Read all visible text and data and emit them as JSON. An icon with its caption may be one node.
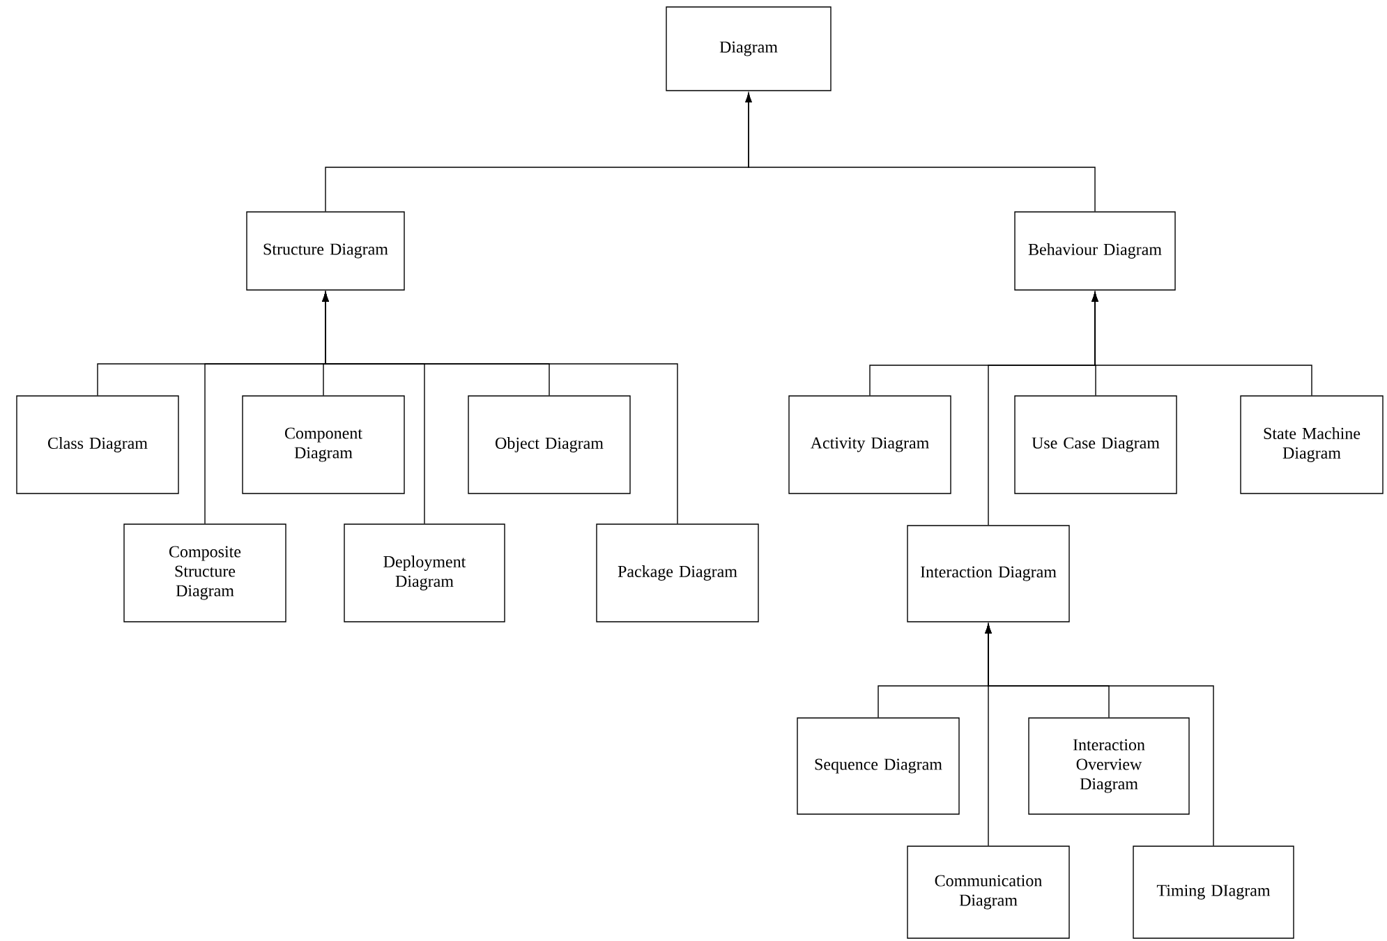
{
  "diagram": {
    "nodes": [
      {
        "text": [
          "Diagram"
        ]
      },
      {
        "text": [
          "Structure Diagram"
        ]
      },
      {
        "text": [
          "Behaviour Diagram"
        ]
      },
      {
        "text": [
          "Class Diagram"
        ]
      },
      {
        "text": [
          "Component Diagram"
        ]
      },
      {
        "text": [
          "Object Diagram"
        ]
      },
      {
        "text": [
          "Composite Structure Diagram"
        ]
      },
      {
        "text": [
          "Deployment Diagram"
        ]
      },
      {
        "text": [
          "Package Diagram"
        ]
      },
      {
        "text": [
          "Activity Diagram"
        ]
      },
      {
        "text": [
          "Use Case Diagram"
        ]
      },
      {
        "text": [
          "State Machine Diagram"
        ]
      },
      {
        "text": [
          "Interaction Diagram"
        ]
      },
      {
        "text": [
          "Sequence Diagram"
        ]
      },
      {
        "text": [
          "Interaction Overview Diagram"
        ]
      },
      {
        "text": [
          "Communication Diagram"
        ]
      },
      {
        "text": [
          "Timing DIagram"
        ]
      }
    ],
    "edges": [
      {
        "from": 1,
        "to": 0,
        "arrow": "to"
      },
      {
        "from": 2,
        "to": 0,
        "arrow": "to"
      },
      {
        "from": 3,
        "to": 1,
        "arrow": "to"
      },
      {
        "from": 6,
        "to": 1,
        "arrow": "to"
      },
      {
        "from": 4,
        "to": 1,
        "arrow": "to"
      },
      {
        "from": 7,
        "to": 1,
        "arrow": "to"
      },
      {
        "from": 5,
        "to": 1,
        "arrow": "to"
      },
      {
        "from": 8,
        "to": 1,
        "arrow": "to"
      },
      {
        "from": 9,
        "to": 2,
        "arrow": "to"
      },
      {
        "from": 12,
        "to": 2,
        "arrow": "to"
      },
      {
        "from": 10,
        "to": 2,
        "arrow": "to"
      },
      {
        "from": 11,
        "to": 2,
        "arrow": "to"
      },
      {
        "from": 13,
        "to": 12,
        "arrow": "to"
      },
      {
        "from": 15,
        "to": 12,
        "arrow": "to"
      },
      {
        "from": 14,
        "to": 12,
        "arrow": "to"
      },
      {
        "from": 16,
        "to": 12,
        "arrow": "to"
      }
    ]
  }
}
